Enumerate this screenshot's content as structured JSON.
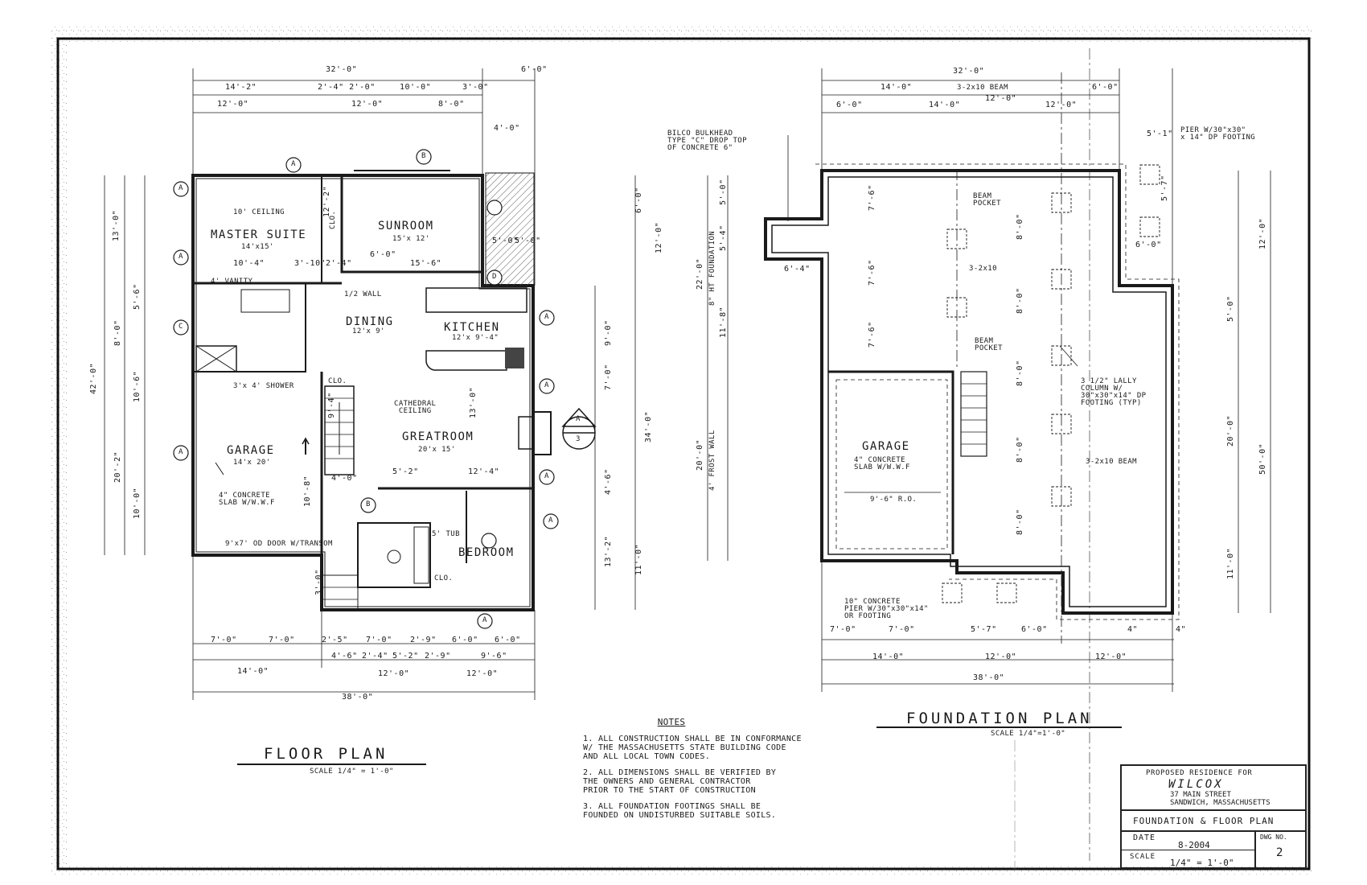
{
  "floor_plan": {
    "title": "FLOOR PLAN",
    "scale": "SCALE 1/4\" = 1'-0\"",
    "rooms": {
      "master_suite": "MASTER SUITE",
      "master_size": "14'x15'",
      "ceiling": "10' CEILING",
      "sunroom": "SUNROOM",
      "sunroom_size": "15'x 12'",
      "dining": "DINING",
      "dining_size": "12'x 9'",
      "kitchen": "KITCHEN",
      "kitchen_size": "12'x 9'-4\"",
      "greatroom": "GREATROOM",
      "greatroom_size": "20'x 15'",
      "cathedral": "CATHEDRAL\nCEILING",
      "garage": "GARAGE",
      "garage_size": "14'x 20'",
      "bedroom": "BEDROOM",
      "vanity": "4' VANITY",
      "shower": "3'x 4' SHOWER",
      "slab": "4\" CONCRETE\nSLAB W/W.W.F",
      "door": "9'x7' OD DOOR W/TRANSOM",
      "half_wall": "1/2 WALL",
      "clo": "CLO.",
      "tub": "5' TUB"
    },
    "dims_top": [
      "32'-0\"",
      "6'-0\"",
      "14'-2\"",
      "2'-4\" 2'-0\"",
      "10'-0\"",
      "3'-0\"",
      "12'-0\"",
      "12'-0\"",
      "8'-0\"",
      "4'-0\""
    ],
    "dims_bottom": [
      "7'-0\"",
      "7'-0\"",
      "2'-5\"",
      "7'-0\"",
      "2'-9\"",
      "6'-0\"",
      "6'-0\"",
      "4'-6\"",
      "2'-4\"",
      "5'-2\"",
      "2'-9\"",
      "9'-6\"",
      "14'-0\"",
      "12'-0\"",
      "12'-0\"",
      "38'-0\""
    ],
    "dims_left": [
      "42'-0\"",
      "13'-0\"",
      "5'-6\"",
      "8'-0\"",
      "10'-6\"",
      "20'-2\"",
      "10'-0\""
    ],
    "dims_right": [
      "9'-0\"",
      "7'-0\"",
      "4'-6\"",
      "34'-0\"",
      "13'-2\"",
      "11'-0\"",
      "6'-0\"",
      "12'-0\""
    ],
    "interior_dims": [
      "10'-4\"",
      "3'-10\"",
      "2'-4\"",
      "6'-0\"",
      "15'-6\"",
      "5'-0\"",
      "5'-0\"",
      "5'-2\"",
      "12'-4\"",
      "13'-0\"",
      "9'-4\"",
      "4'-0\"",
      "10'-8\"",
      "3'-0\"",
      "12'-2\""
    ]
  },
  "foundation_plan": {
    "title": "FOUNDATION PLAN",
    "scale": "SCALE 1/4\"=1'-0\"",
    "bulkhead": "BILCO BULKHEAD\nTYPE \"C\" DROP TOP\nOF CONCRETE 6\"",
    "beam_pocket": "BEAM\nPOCKET",
    "beam_pocket2": "BEAM\nPOCKET",
    "beam_top": "3-2x10 BEAM",
    "beam_label": "3-2x10",
    "lally": "3 1/2\" LALLY\nCOLUMN W/\n30\"x30\"x14\" DP\nFOOTING (TYP)",
    "beam_right": "3-2x10 BEAM",
    "garage": "GARAGE",
    "garage_slab": "4\" CONCRETE\nSLAB W/W.W.F",
    "garage_ro": "9'-6\" R.O.",
    "pier": "10\" CONCRETE\nPIER W/30\"x30\"x14\"\nOR FOOTING",
    "pier_top": "PIER W/30\"x30\"\nx 14\" DP FOOTING",
    "foundation_8": "8\" HT FOUNDATION",
    "frost_wall": "4' FROST WALL",
    "dims_top": [
      "32'-0\"",
      "14'-0\"",
      "12'-0\"",
      "6'-0\"",
      "6'-0\"",
      "14'-0\"",
      "12'-0\"",
      "5'-1\""
    ],
    "dims_bottom": [
      "7'-0\"",
      "7'-0\"",
      "5'-7\"",
      "6'-0\"",
      "4\"",
      "4\"",
      "14'-0\"",
      "12'-0\"",
      "12'-0\"",
      "38'-0\""
    ],
    "dims_left": [
      "5'-0\"",
      "5'-4\"",
      "11'-8\"",
      "22'-0\"",
      "20'-0\""
    ],
    "dims_right": [
      "12'-0\"",
      "5'-0\"",
      "20'-0\"",
      "11'-0\"",
      "50'-0\""
    ],
    "interior_dims": [
      "7'-6\"",
      "7'-6\"",
      "7'-6\"",
      "8'-0\"",
      "8'-0\"",
      "8'-0\"",
      "8'-0\"",
      "8'-0\"",
      "6'-4\"",
      "5'-7\"",
      "6'-0\""
    ]
  },
  "notes": {
    "heading": "NOTES",
    "items": [
      "1. ALL CONSTRUCTION SHALL BE IN CONFORMANCE\nW/ THE MASSACHUSETTS STATE BUILDING CODE\nAND ALL LOCAL TOWN CODES.",
      "2. ALL DIMENSIONS SHALL BE VERIFIED BY\nTHE OWNERS AND GENERAL CONTRACTOR\nPRIOR TO THE START OF CONSTRUCTION",
      "3. ALL FOUNDATION FOOTINGS SHALL BE\nFOUNDED ON UNDISTURBED SUITABLE SOILS."
    ]
  },
  "title_block": {
    "line1": "PROPOSED RESIDENCE FOR",
    "line2": "WILCOX",
    "line3": "37 MAIN STREET",
    "line4": "SANDWICH, MASSACHUSETTS",
    "drawing_title": "FOUNDATION & FLOOR PLAN",
    "date_label": "DATE",
    "date": "8-2004",
    "dwg_label": "DWG NO.",
    "dwg_no": "2",
    "scale_label": "SCALE",
    "scale": "1/4\" = 1'-0\""
  },
  "section_marker": {
    "top": "A",
    "bottom": "3"
  },
  "tag_letters": [
    "A",
    "B",
    "C",
    "D"
  ]
}
